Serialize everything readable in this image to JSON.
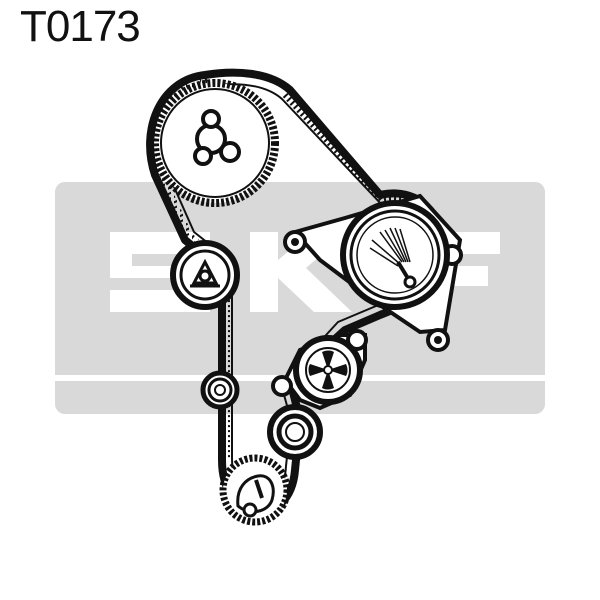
{
  "title": "T0173",
  "colors": {
    "ink": "#111111",
    "watermark": "#d9d9d9",
    "background": "#ffffff"
  },
  "components": {
    "camshaft_sprocket": "camshaft-sprocket",
    "tensioner_pulley": "tensioner-pulley",
    "idler_pulley_upper": "idler-pulley",
    "idler_pulley_small": "small-idler-pulley",
    "idler_pulley_lower": "lower-idler-pulley",
    "water_pump": "water-pump",
    "injection_pump_sprocket": "injection-pump-sprocket",
    "crankshaft_sprocket": "crankshaft-sprocket",
    "timing_belt": "timing-belt"
  },
  "watermark_logo": "SKF"
}
